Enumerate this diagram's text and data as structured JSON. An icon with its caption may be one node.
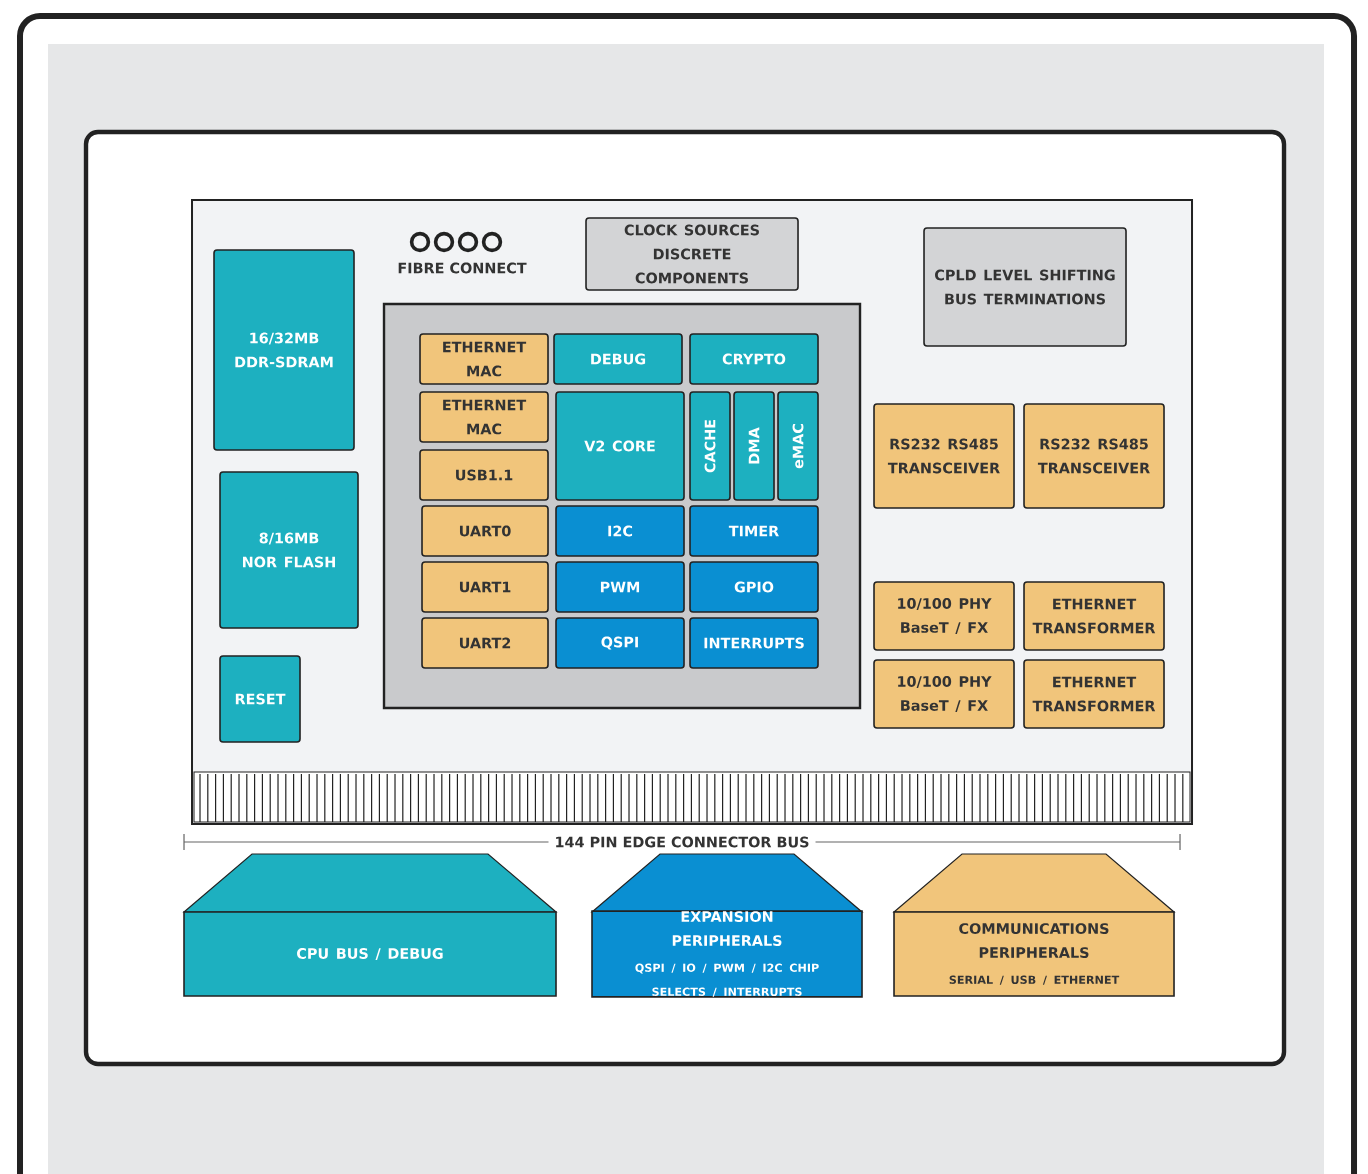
{
  "diagram": {
    "nodes": [
      {
        "text": [
          "16/32MB DDR-SDRAM"
        ]
      },
      {
        "text": [
          "8/16MB NOR FLASH"
        ]
      },
      {
        "text": [
          "RESET"
        ]
      },
      {
        "text": [
          "CLOCK SOURCES DISCRETE COMPONENTS"
        ]
      },
      {
        "text": [
          "CPLD LEVEL SHIFTING BUS TERMINATIONS"
        ]
      },
      {
        "text": [],
        "shape": "box"
      },
      {
        "text": [
          "ETHERNET MAC"
        ],
        "in": 5
      },
      {
        "text": [
          "DEBUG"
        ],
        "in": 5
      },
      {
        "text": [
          "CRYPTO"
        ],
        "in": 5
      },
      {
        "text": [
          "ETHERNET MAC"
        ],
        "in": 5
      },
      {
        "text": [
          "V2 CORE"
        ],
        "in": 5
      },
      {
        "text": [
          "CACHE"
        ],
        "in": 5
      },
      {
        "text": [
          "DMA"
        ],
        "in": 5
      },
      {
        "text": [
          "eMAC"
        ],
        "in": 5
      },
      {
        "text": [
          "USB1.1"
        ],
        "in": 5
      },
      {
        "text": [
          "UART0"
        ],
        "in": 5
      },
      {
        "text": [
          "I2C"
        ],
        "in": 5
      },
      {
        "text": [
          "TIMER"
        ],
        "in": 5
      },
      {
        "text": [
          "UART1"
        ],
        "in": 5
      },
      {
        "text": [
          "PWM"
        ],
        "in": 5
      },
      {
        "text": [
          "GPIO"
        ],
        "in": 5
      },
      {
        "text": [
          "UART2"
        ],
        "in": 5
      },
      {
        "text": [
          "QSPI"
        ],
        "in": 5
      },
      {
        "text": [
          "INTERRUPTS"
        ],
        "in": 5
      },
      {
        "text": [
          "RS232 RS485 TRANSCEIVER"
        ]
      },
      {
        "text": [
          "RS232 RS485 TRANSCEIVER"
        ]
      },
      {
        "text": [
          "10/100 PHY BaseT / FX"
        ]
      },
      {
        "text": [
          "ETHERNET TRANSFORMER"
        ]
      },
      {
        "text": [
          "10/100 PHY BaseT / FX"
        ]
      },
      {
        "text": [
          "ETHERNET TRANSFORMER"
        ]
      },
      {
        "text": [
          "CPU BUS / DEBUG"
        ]
      },
      {
        "text": [
          "EXPANSION PERIPHERALS",
          "QSPI / IO / PWM / I2C CHIP SELECTS / INTERRUPTS"
        ]
      },
      {
        "text": [
          "COMMUNICATIONS PERIPHERALS",
          "SERIAL / USB / ETHERNET"
        ]
      }
    ],
    "labels": [
      "FIBRE CONNECT",
      "144 PIN EDGE CONNECTOR BUS"
    ]
  }
}
